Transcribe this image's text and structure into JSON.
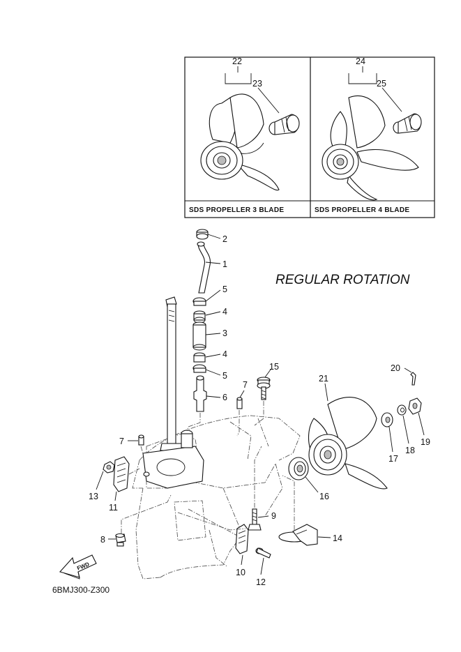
{
  "heading": "REGULAR ROTATION",
  "drawing_code": "6BMJ300-Z300",
  "fwd_label": "FWD",
  "insets": [
    {
      "label": "SDS PROPELLER 3 BLADE",
      "callouts": [
        "22",
        "23"
      ]
    },
    {
      "label": "SDS PROPELLER 4 BLADE",
      "callouts": [
        "24",
        "25"
      ]
    }
  ],
  "callouts": {
    "p1": "1",
    "p2": "2",
    "p3": "3",
    "p4a": "4",
    "p4b": "4",
    "p5a": "5",
    "p5b": "5",
    "p6": "6",
    "p7a": "7",
    "p7b": "7",
    "p8": "8",
    "p9": "9",
    "p10": "10",
    "p11": "11",
    "p12": "12",
    "p13": "13",
    "p14": "14",
    "p15": "15",
    "p16": "16",
    "p17": "17",
    "p18": "18",
    "p19": "19",
    "p20": "20",
    "p21": "21"
  },
  "colors": {
    "line": "#111111",
    "background": "#ffffff"
  }
}
